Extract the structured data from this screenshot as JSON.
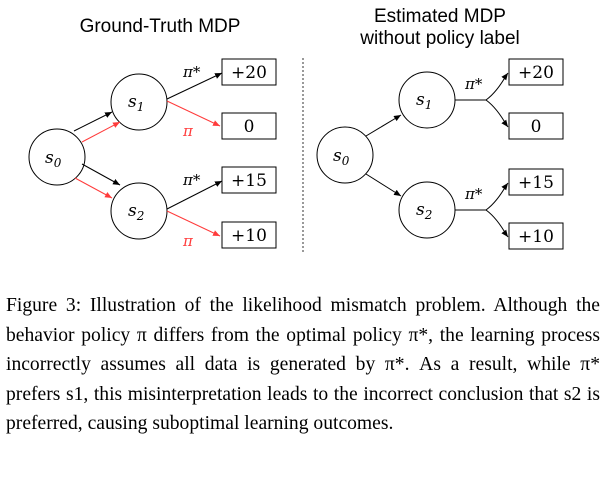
{
  "left_panel": {
    "title": "Ground-Truth MDP",
    "states": {
      "s0": "s",
      "s0_sub": "0",
      "s1": "s",
      "s1_sub": "1",
      "s2": "s",
      "s2_sub": "2"
    },
    "policy_labels": {
      "optimal": "π*",
      "behavior": "π"
    },
    "rewards": [
      "+20",
      "0",
      "+15",
      "+10"
    ],
    "colors": {
      "optimal": "#000000",
      "behavior": "#ff3b3b"
    }
  },
  "right_panel": {
    "title_line1": "Estimated MDP",
    "title_line2": "without policy label",
    "states": {
      "s0": "s",
      "s0_sub": "0",
      "s1": "s",
      "s1_sub": "1",
      "s2": "s",
      "s2_sub": "2"
    },
    "policy_labels": {
      "optimal": "π*"
    },
    "rewards": [
      "+20",
      "0",
      "+15",
      "+10"
    ]
  },
  "caption": {
    "label": "Figure 3:",
    "lines": [
      "Illustration of the likelihood mismatch problem.",
      "Although the behavior policy π differs from the optimal policy π*, the learning process incorrectly assumes all data is generated by π*. As a result, while π* prefers s1, this misinterpretation leads to the incorrect conclusion that s2 is preferred, causing suboptimal learning outcomes."
    ]
  }
}
